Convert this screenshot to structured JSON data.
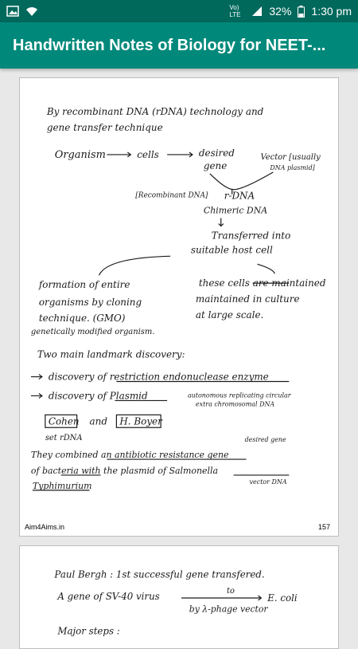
{
  "status_bar": {
    "network": "Vo) LTE",
    "battery": "32%",
    "time": "1:30 pm"
  },
  "app_bar": {
    "title": "Handwritten Notes of Biology for NEET-..."
  },
  "page1": {
    "lines": {
      "l1": "By recombinant DNA (rDNA) technology and",
      "l2": "gene transfer technique",
      "l3a": "Organism",
      "l3b": "cells",
      "l3c": "desired",
      "l3d": "gene",
      "l3e": "Vector [usually",
      "l3f": "DNA plasmid]",
      "l4a": "[Recombinant DNA]",
      "l4b": "r-DNA",
      "l4c": "Chimeric DNA",
      "l5a": "Transferred into",
      "l5b": "suitable host cell",
      "l6a": "formation of entire",
      "l6b": "organisms by cloning",
      "l6c": "technique. (GMO)",
      "l6d": "genetically modified organism.",
      "l6e": "these cells are maintained",
      "l6f": "maintained in culture",
      "l6g": "at large scale.",
      "l7": "Two main landmark discovery:",
      "l8": "discovery of restriction endonuclease enzyme",
      "l9a": "discovery of Plasmid",
      "l9b": "autonomous replicating circular",
      "l9c": "extra chromosomal DNA",
      "l10a": "Cohen",
      "l10b": "and",
      "l10c": "H. Boyer",
      "l10d": "set rDNA",
      "l11a": "desired gene",
      "l11b": "They combined an antibiotic resistance gene",
      "l11c": "of bacteria with the plasmid of Salmonella",
      "l11d": "vector DNA",
      "l11e": "Typhimurium"
    },
    "footer_left": "Aim4Aims.in",
    "footer_right": "157"
  },
  "page2": {
    "lines": {
      "l1": "Paul Bergh : 1st successful gene transfered.",
      "l2a": "A gene of SV-40 virus",
      "l2b": "to",
      "l2c": "E. coli",
      "l2d": "by λ-phage vector",
      "l3": "Major steps :"
    }
  }
}
